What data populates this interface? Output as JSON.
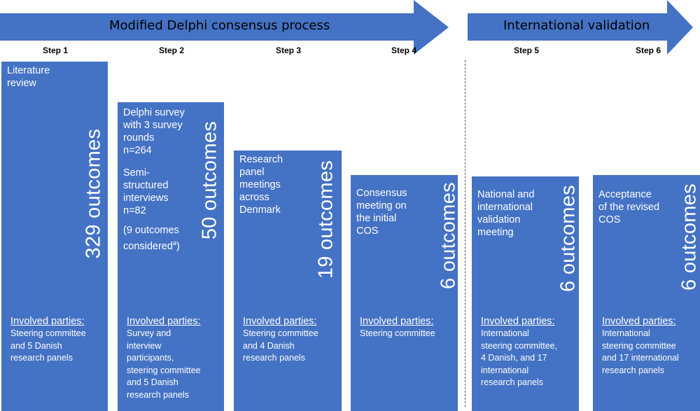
{
  "arrows": {
    "left_label": "Modified Delphi consensus process",
    "right_label": "International validation"
  },
  "steps": [
    {
      "label": "Step 1",
      "desc": [
        "Literature review"
      ],
      "count": "329 outcomes",
      "parties_title": "Involved parties:",
      "parties": [
        "Steering committee",
        "and 5 Danish",
        "research panels"
      ]
    },
    {
      "label": "Step 2",
      "desc_blocks": [
        [
          "Delphi survey",
          "with 3 survey",
          "rounds",
          "n=264"
        ],
        [
          "Semi-",
          "structured",
          "interviews",
          "n=82"
        ],
        [
          "(9 outcomes",
          "considered"
        ]
      ],
      "superscript": "a",
      "close_paren": ")",
      "count": "50 outcomes",
      "parties_title": "Involved parties:",
      "parties": [
        "Survey and",
        "interview",
        "participants,",
        "steering committee",
        "and 5 Danish",
        "research panels"
      ]
    },
    {
      "label": "Step 3",
      "desc": [
        "Research",
        "panel",
        "meetings",
        "across",
        "Denmark"
      ],
      "count": "19 outcomes",
      "parties_title": "Involved parties:",
      "parties": [
        "Steering committee",
        "and 4 Danish",
        "research panels"
      ]
    },
    {
      "label": "Step 4",
      "desc": [
        "Consensus",
        "meeting on",
        "the initial",
        "COS"
      ],
      "count": "6 outcomes",
      "parties_title": "Involved parties:",
      "parties": [
        "Steering committee"
      ]
    },
    {
      "label": "Step 5",
      "desc": [
        "National and",
        "international",
        "validation",
        "meeting"
      ],
      "count": "6 outcomes",
      "parties_title": "Involved parties:",
      "parties": [
        "International",
        "steering committee,",
        "4 Danish, and 17",
        "international",
        "research panels"
      ]
    },
    {
      "label": "Step 6",
      "desc": [
        "Acceptance",
        "of the revised",
        "COS"
      ],
      "count": "6 outcomes",
      "parties_title": "Involved parties:",
      "parties": [
        "International",
        "steering committee",
        "and 17 international",
        "research panels"
      ]
    }
  ],
  "colors": {
    "box": "#4472c4",
    "text_on_box": "#ffffff"
  }
}
